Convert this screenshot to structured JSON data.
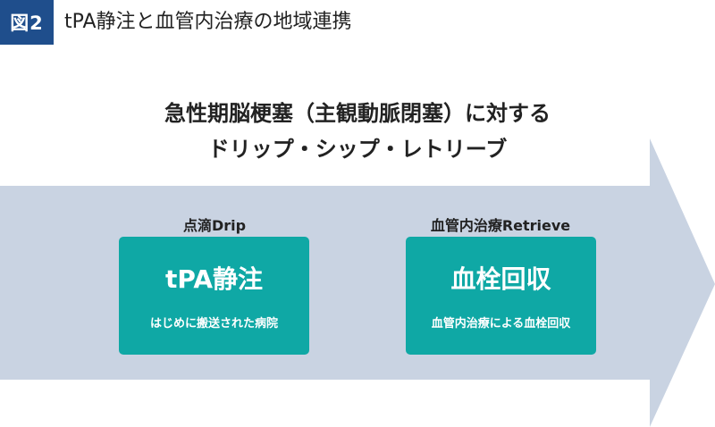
{
  "figure": {
    "badge": "図2",
    "title": "tPA静注と血管内治療の地域連携"
  },
  "main": {
    "title_line1": "急性期脳梗塞（主観動脈閉塞）に対する",
    "title_line2": "ドリップ・シップ・レトリーブ"
  },
  "drip": {
    "label": "点滴Drip",
    "card_title": "tPA静注",
    "card_subtitle": "はじめに搬送された病院"
  },
  "retrieve": {
    "label": "血管内治療Retrieve",
    "card_title": "血栓回収",
    "card_subtitle": "血管内治療による血栓回収"
  },
  "colors": {
    "badge": "#1f4e8c",
    "arrow_band": "#c9d3e2",
    "card": "#0fa8a5"
  }
}
